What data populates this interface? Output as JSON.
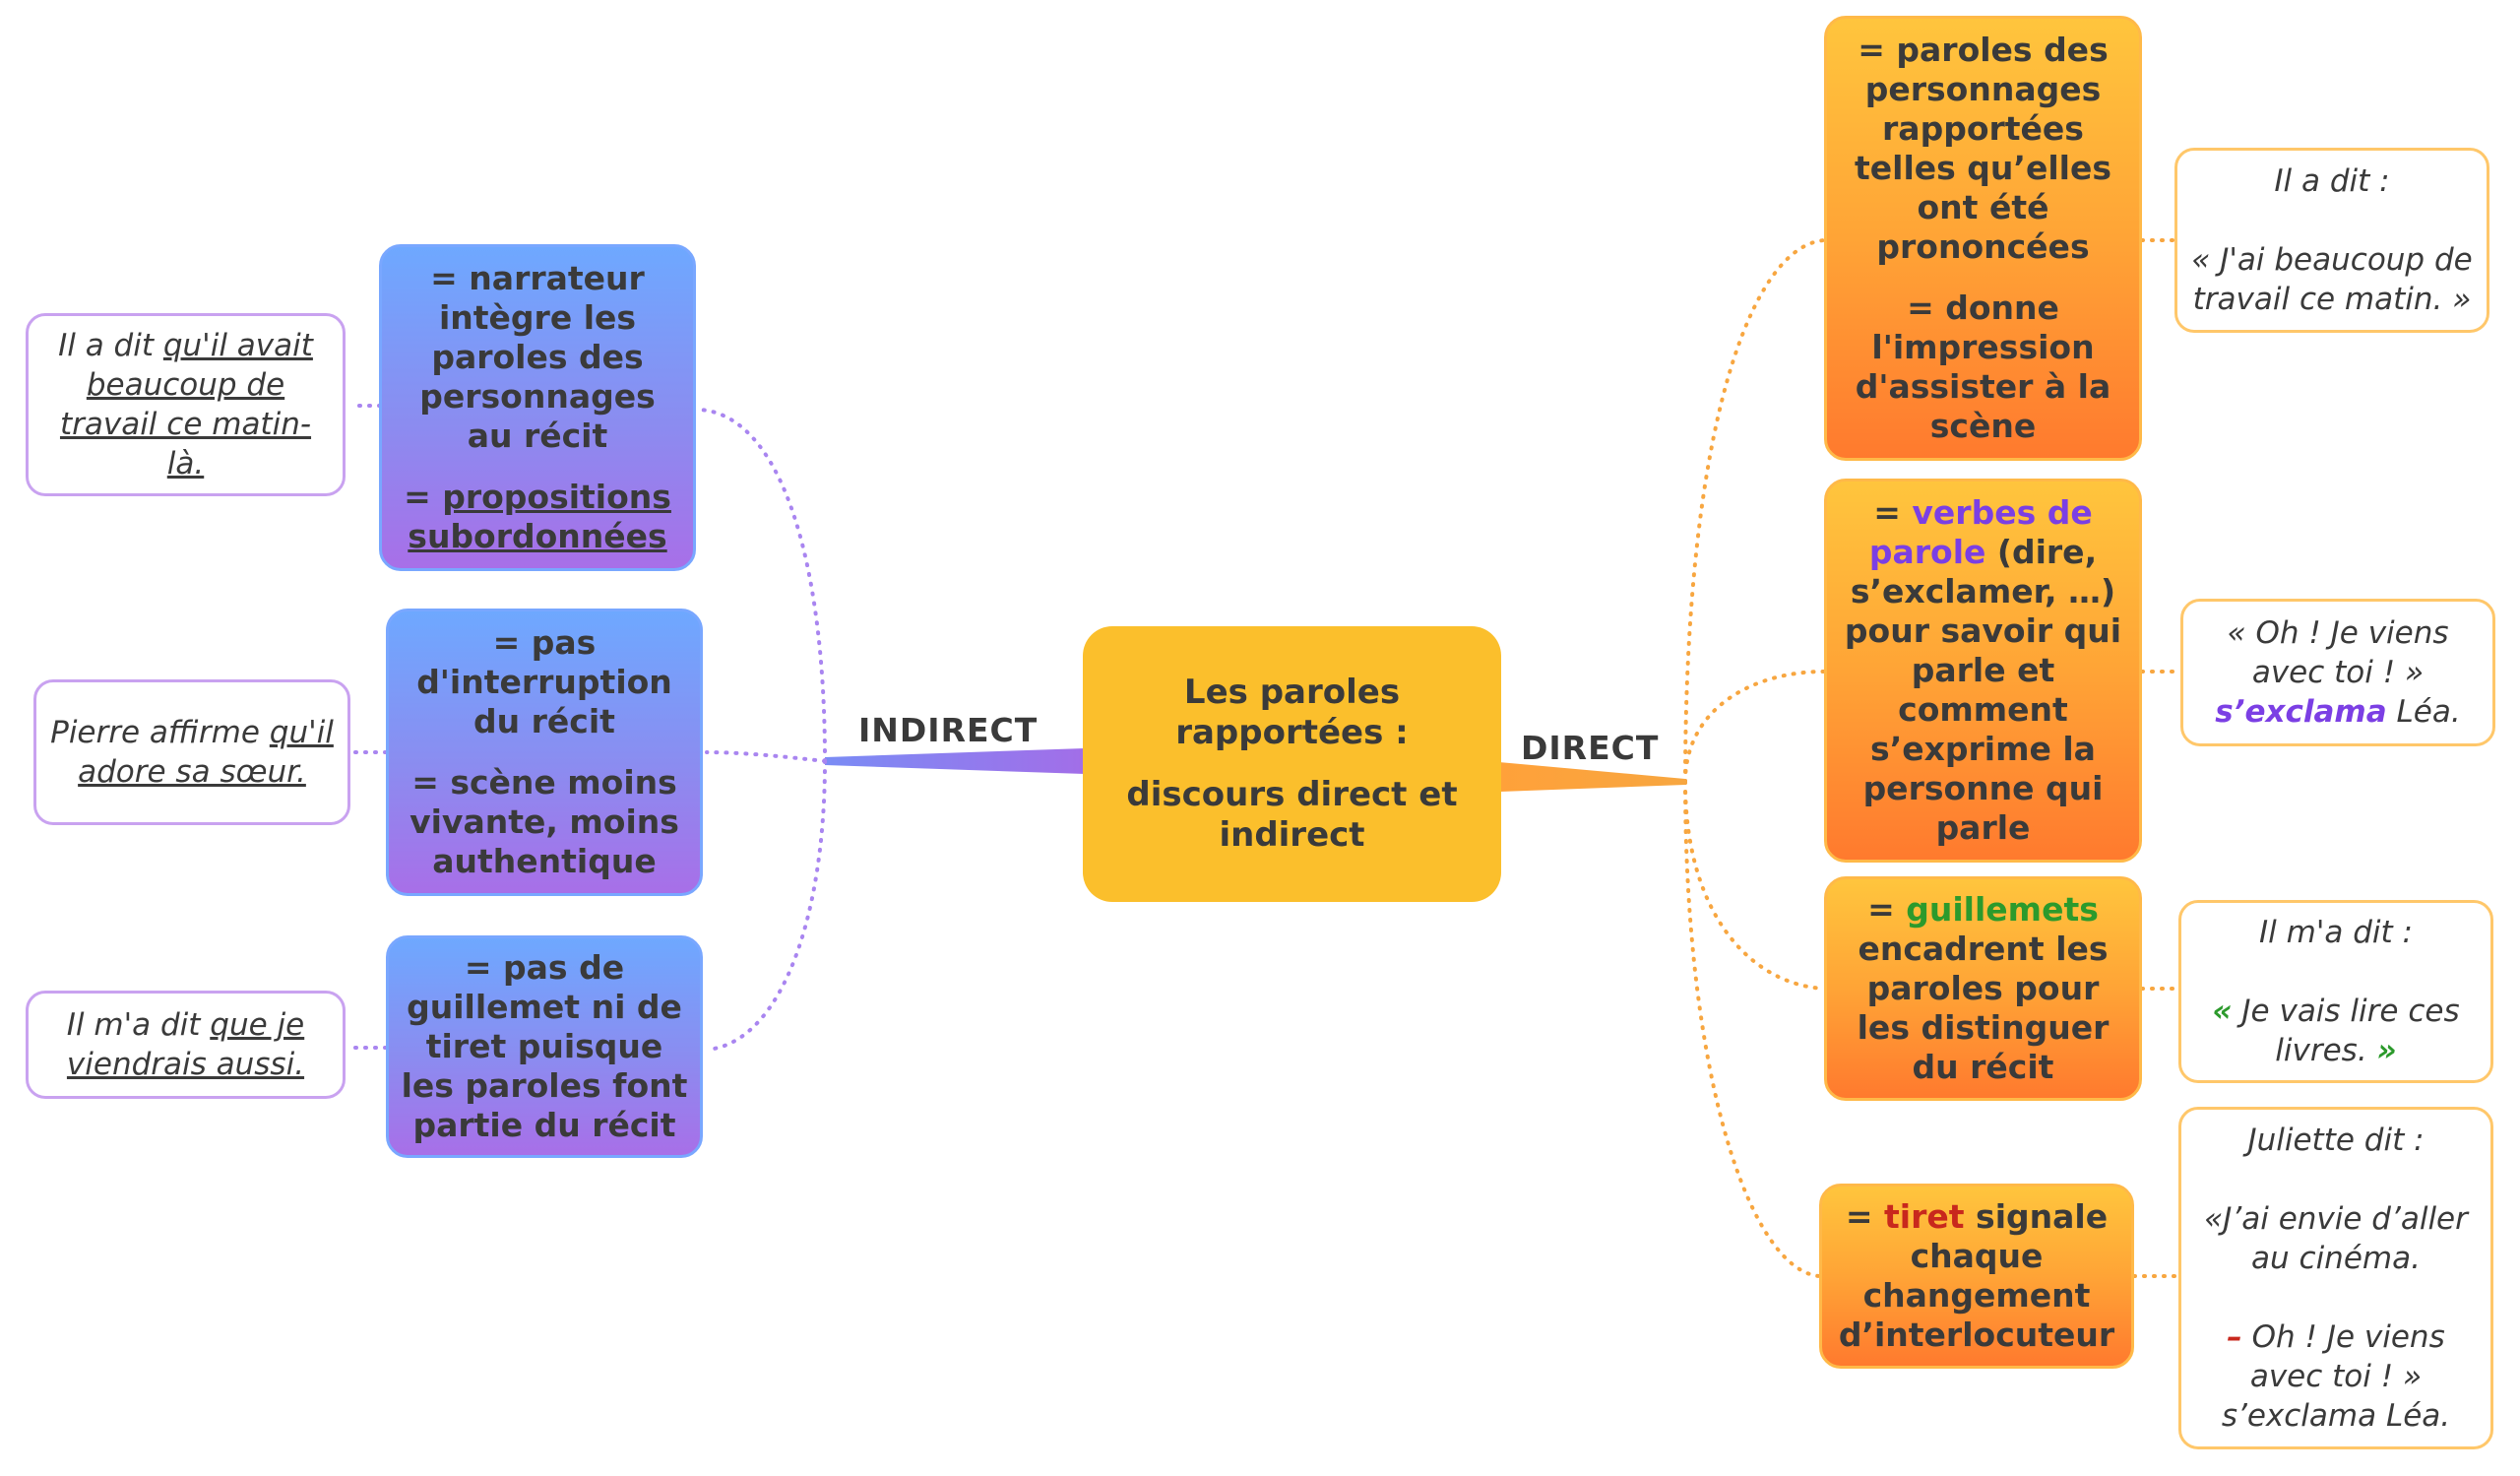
{
  "central": {
    "line1": "Les paroles rapportées :",
    "line2": "discours direct et indirect"
  },
  "branches": {
    "indirect": "INDIRECT",
    "direct": "DIRECT"
  },
  "indirect": {
    "n1": {
      "p1": "= narrateur intègre les paroles des personnages au récit",
      "p2_prefix": "= ",
      "p2_underlined": "propositions subordonnées"
    },
    "n2": {
      "p1": "= pas d'interruption du récit",
      "p2": "=  scène moins vivante, moins authentique"
    },
    "n3": {
      "p1": "= pas de guillemet ni de tiret puisque les paroles font partie du récit"
    },
    "ex1": {
      "plain": "Il a dit ",
      "underlined": "qu'il avait beaucoup de travail ce matin-là."
    },
    "ex2": {
      "plain": "Pierre affirme ",
      "underlined": "qu'il adore sa sœur."
    },
    "ex3": {
      "plain": "Il m'a dit ",
      "underlined": "que je viendrais aussi."
    }
  },
  "direct": {
    "n1": {
      "p1": "= paroles des personnages rapportées telles qu’elles ont été prononcées",
      "p2": "= donne l'impression d'assister à la scène"
    },
    "n2": {
      "prefix": "= ",
      "highlight": "verbes de parole",
      "rest": " (dire, s’exclamer, …) pour savoir qui parle et comment s’exprime la personne qui parle"
    },
    "n3": {
      "prefix": "= ",
      "highlight": "guillemets",
      "rest": " encadrent les paroles pour les distinguer du récit"
    },
    "n4": {
      "prefix": "= ",
      "highlight": "tiret",
      "rest": " signale chaque changement d’interlocuteur"
    },
    "ex1": {
      "p1": "Il a dit :",
      "p2": "« J'ai beaucoup de travail ce matin. »"
    },
    "ex2": {
      "quote": "« Oh ! Je viens avec toi ! » ",
      "verb": "s’exclama",
      "rest": " Léa."
    },
    "ex3": {
      "p1": "Il m'a dit :",
      "open": "«",
      "quote": " Je vais lire ces livres. ",
      "close": "»"
    },
    "ex4": {
      "p1": "Juliette dit :",
      "p2": "«J’ai envie d’aller au cinéma.",
      "dash": "–",
      "p3": " Oh ! Je viens avec toi ! » s’exclama Léa."
    }
  },
  "colors": {
    "orange_link": "#f7a640",
    "purple_link": "#a985f0",
    "purple_highlight": "#7b3fe4",
    "green_highlight": "#2c9a2c",
    "red_highlight": "#c8281d"
  }
}
